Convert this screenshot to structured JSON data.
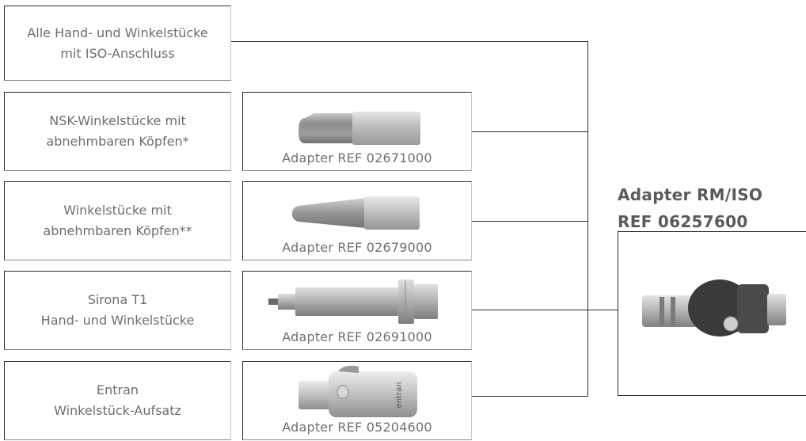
{
  "rows": [
    {
      "label": "Alle Hand- und Winkelstücke\nmit ISO-Anschluss",
      "adapter": ""
    },
    {
      "label": "NSK-Winkelstücke mit\nabnehmbaren Köpfen*",
      "adapter": "Adapter REF 02671000"
    },
    {
      "label": "Winkelstücke mit\nabnehmbaren Köpfen**",
      "adapter": "Adapter REF 02679000"
    },
    {
      "label": "Sirona T1\nHand- und Winkelstücke",
      "adapter": "Adapter REF 02691000"
    },
    {
      "label": "Entran\nWinkelstück-Aufsatz",
      "adapter": "Adapter REF 05204600"
    }
  ],
  "main": {
    "title_line1": "Adapter RM/ISO",
    "title_line2": "REF 06257600"
  },
  "entran_logo": "entran",
  "colors": {
    "line": "#2e2e2e",
    "text": "#6e6e6e",
    "metal": "#a8a8a8"
  }
}
